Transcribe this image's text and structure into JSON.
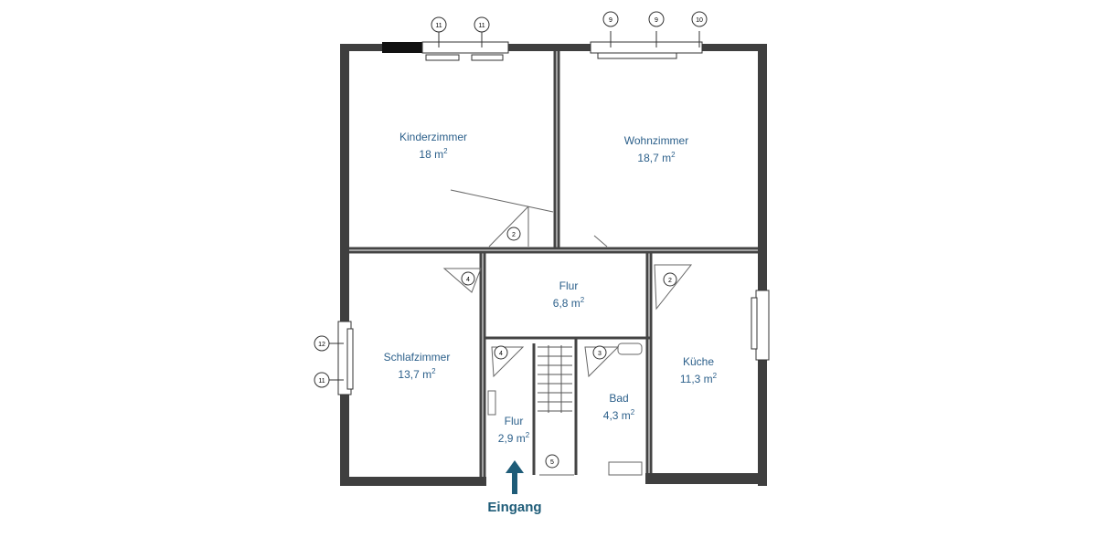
{
  "floorplan": {
    "rooms": [
      {
        "id": "kinderzimmer",
        "name": "Kinderzimmer",
        "area": "18 m",
        "unit_sup": "2"
      },
      {
        "id": "wohnzimmer",
        "name": "Wohnzimmer",
        "area": "18,7 m",
        "unit_sup": "2"
      },
      {
        "id": "flur-upper",
        "name": "Flur",
        "area": "6,8 m",
        "unit_sup": "2"
      },
      {
        "id": "schlafzimmer",
        "name": "Schlafzimmer",
        "area": "13,7 m",
        "unit_sup": "2"
      },
      {
        "id": "kueche",
        "name": "Küche",
        "area": "11,3 m",
        "unit_sup": "2"
      },
      {
        "id": "bad",
        "name": "Bad",
        "area": "4,3 m",
        "unit_sup": "2"
      },
      {
        "id": "flur-lower",
        "name": "Flur",
        "area": "2,9 m",
        "unit_sup": "2"
      }
    ],
    "entrance": {
      "label": "Eingang"
    },
    "window_markers": [
      "11",
      "11",
      "9",
      "9",
      "10",
      "12",
      "11"
    ],
    "door_markers": [
      "2",
      "4",
      "2",
      "4",
      "3",
      "5"
    ],
    "colors": {
      "wall": "#3a3a3a",
      "label": "#2b5f8a",
      "entrance": "#1e5c78"
    }
  }
}
